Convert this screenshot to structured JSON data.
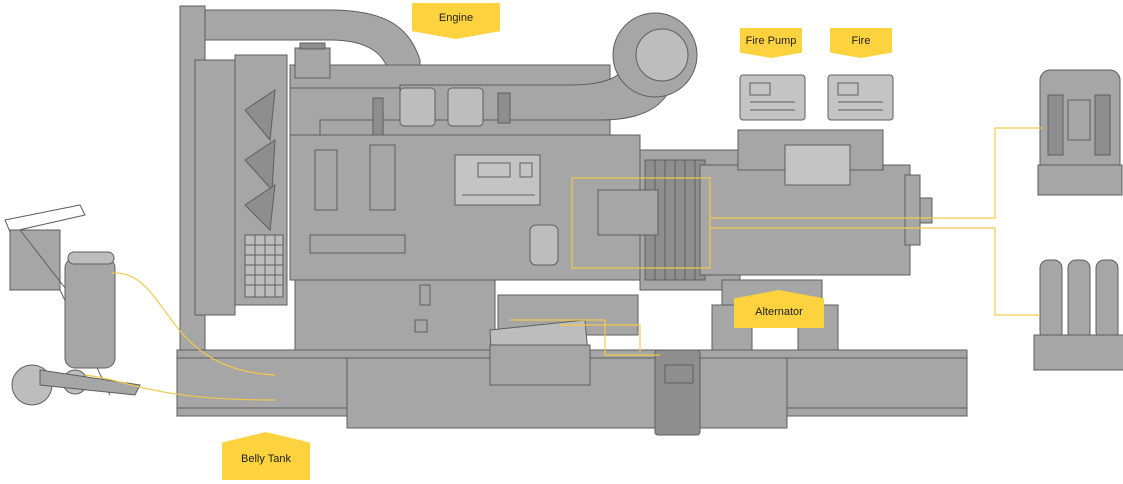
{
  "labels": {
    "engine": "Engine",
    "fire_pump": "Fire Pump",
    "fire": "Fire",
    "alternator": "Alternator",
    "belly_tank": "Belly Tank"
  },
  "colors": {
    "accent": "#FDD23F",
    "machine_fill": "#A6A6A6",
    "machine_dark": "#8E8E8E",
    "machine_light": "#BDBDBD",
    "stroke": "#5E5E5E",
    "line": "#F2C94C"
  }
}
